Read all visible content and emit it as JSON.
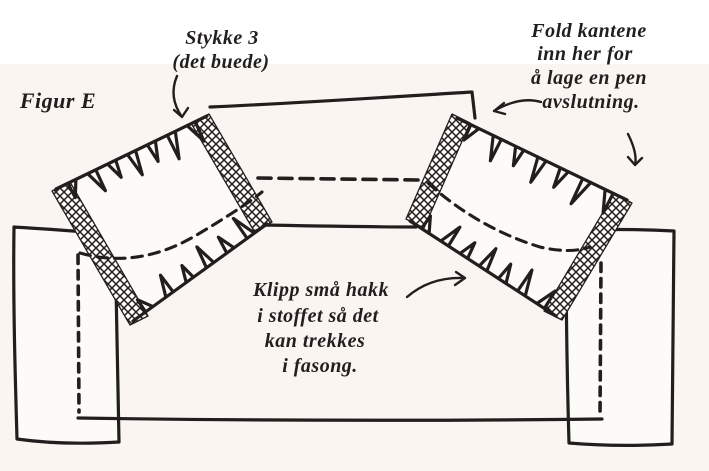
{
  "figure_label": "Figur E",
  "annotations": {
    "stykke": {
      "lines": [
        "Stykke 3",
        "(det buede)"
      ]
    },
    "fold": {
      "lines": [
        "Fold kantene",
        "inn her for",
        "å lage en pen",
        "avslutning."
      ]
    },
    "klipp": {
      "lines": [
        "Klipp små hakk",
        "i stoffet så det",
        "kan trekkes",
        "i fasong."
      ]
    }
  },
  "colors": {
    "ink": "#211e1d",
    "paper": "#faf5f1",
    "top_band": "#ffffff",
    "shape_fill": "#fdfbf8"
  }
}
